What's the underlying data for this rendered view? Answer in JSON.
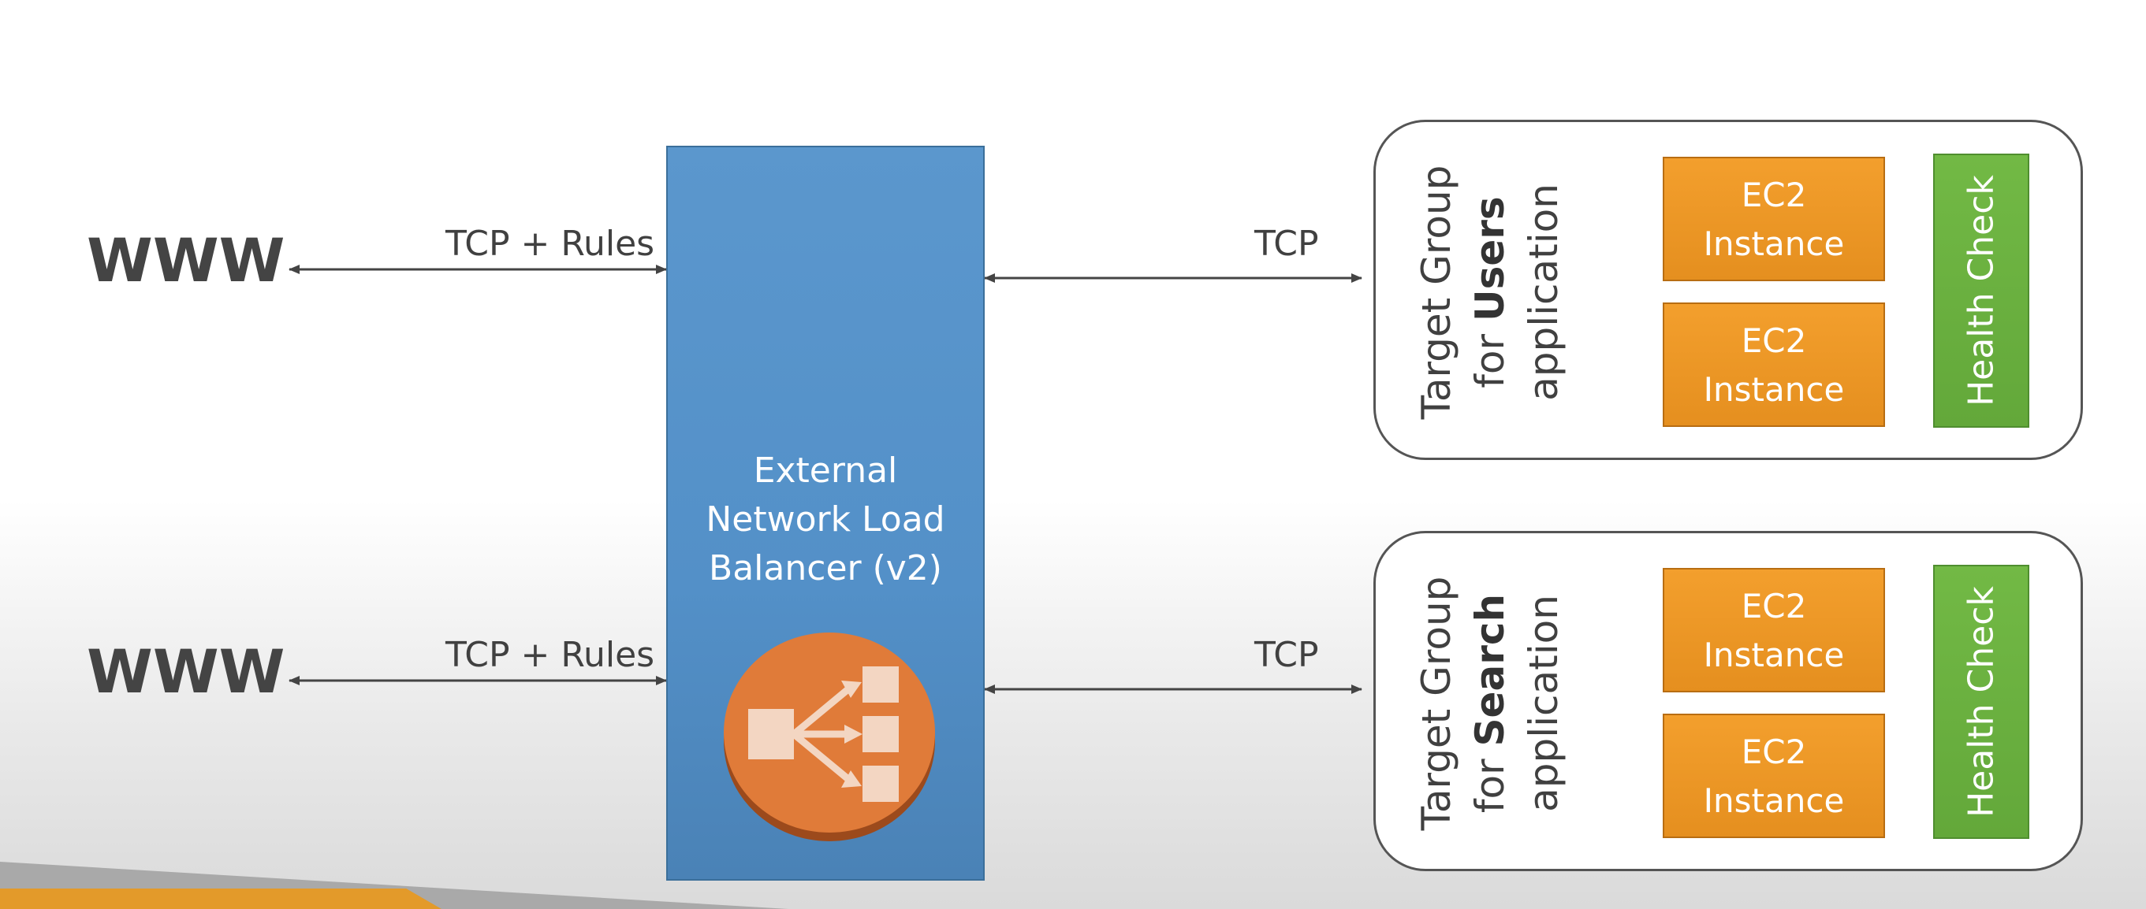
{
  "www_top": "WWW",
  "www_bottom": "WWW",
  "edge_labels": {
    "client_top": "TCP + Rules",
    "client_bottom": "TCP + Rules",
    "target_top": "TCP",
    "target_bottom": "TCP"
  },
  "load_balancer": {
    "line1": "External",
    "line2": "Network Load",
    "line3": "Balancer (v2)",
    "icon": "load-balancer-icon",
    "color": "#5390c8",
    "icon_color": "#e07b39"
  },
  "target_groups": [
    {
      "line1": "Target Group",
      "line2_prefix": "for ",
      "line2_bold": "Users",
      "line3": "application",
      "instances": [
        {
          "line1": "EC2",
          "line2": "Instance"
        },
        {
          "line1": "EC2",
          "line2": "Instance"
        }
      ],
      "health_check": "Health Check"
    },
    {
      "line1": "Target Group",
      "line2_prefix": "for ",
      "line2_bold": "Search",
      "line3": "application",
      "instances": [
        {
          "line1": "EC2",
          "line2": "Instance"
        },
        {
          "line1": "EC2",
          "line2": "Instance"
        }
      ],
      "health_check": "Health Check"
    }
  ],
  "colors": {
    "ec2": "#f39f2d",
    "health_check": "#6aaf3d",
    "accent_stripe": "#e39a2a"
  }
}
